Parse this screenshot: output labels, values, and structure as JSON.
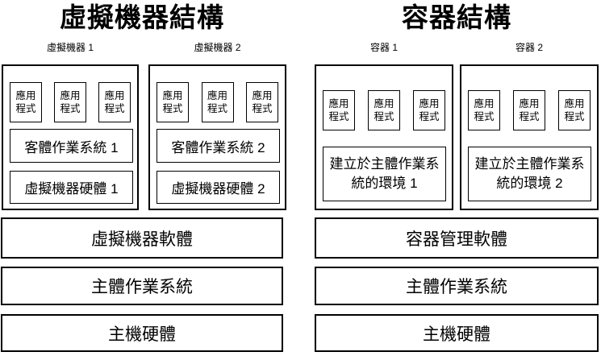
{
  "left": {
    "title": "虛擬機器結構",
    "units": [
      {
        "label": "虛擬機器 1",
        "apps": [
          "應用\n程式",
          "應用\n程式",
          "應用\n程式"
        ],
        "os": "客體作業系統 1",
        "hw": "虛擬機器硬體 1"
      },
      {
        "label": "虛擬機器 2",
        "apps": [
          "應用\n程式",
          "應用\n程式",
          "應用\n程式"
        ],
        "os": "客體作業系統 2",
        "hw": "虛擬機器硬體 2"
      }
    ],
    "layers": [
      "虛擬機器軟體",
      "主體作業系統",
      "主機硬體"
    ]
  },
  "right": {
    "title": "容器結構",
    "units": [
      {
        "label": "容器 1",
        "apps": [
          "應用\n程式",
          "應用\n程式",
          "應用\n程式"
        ],
        "env": "建立於主體作業系\n統的環境 1"
      },
      {
        "label": "容器 2",
        "apps": [
          "應用\n程式",
          "應用\n程式",
          "應用\n程式"
        ],
        "env": "建立於主體作業系\n統的環境 2"
      }
    ],
    "layers": [
      "容器管理軟體",
      "主體作業系統",
      "主機硬體"
    ]
  },
  "colors": {
    "stroke": "#000000",
    "background": "#ffffff",
    "text": "#000000"
  }
}
